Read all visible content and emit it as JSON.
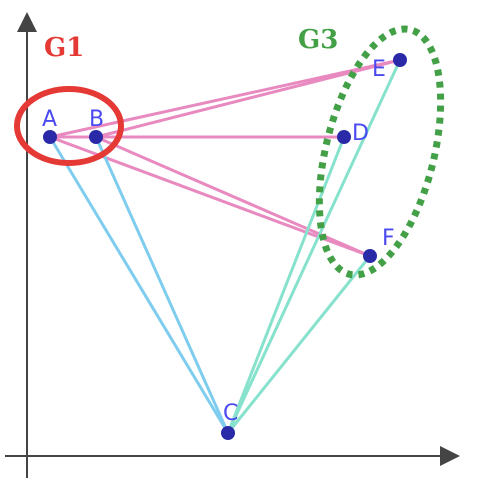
{
  "groups": {
    "g1": {
      "label": "G1",
      "color": "#e53935"
    },
    "g3": {
      "label": "G3",
      "color": "#43a047"
    }
  },
  "points": {
    "A": "A",
    "B": "B",
    "C": "C",
    "D": "D",
    "E": "E",
    "F": "F"
  },
  "colors": {
    "point_fill": "#2a2aa8",
    "point_label": "#4a4af0",
    "edge_pink": "#e88ac0",
    "edge_blue": "#7fcdee",
    "edge_teal": "#86e2cc",
    "axis": "#444444"
  }
}
